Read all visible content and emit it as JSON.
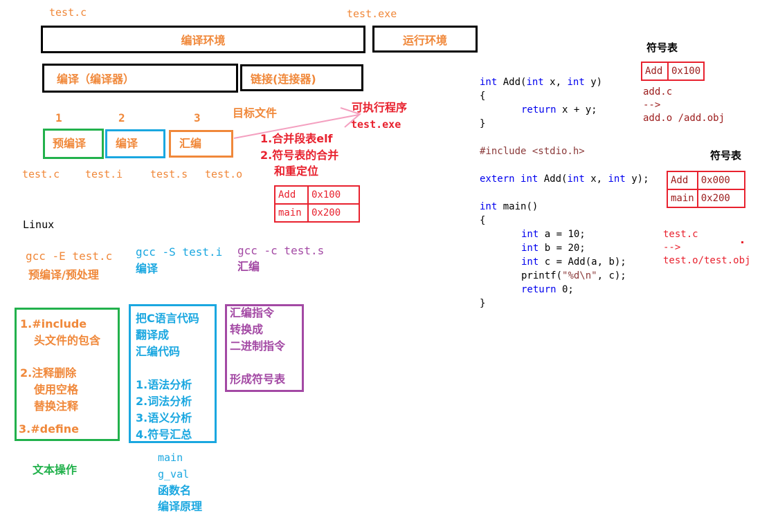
{
  "top": {
    "file_c": "test.c",
    "file_exe": "test.exe",
    "compile_env": "编译环境",
    "run_env": "运行环境",
    "compile": "编译（编译器）",
    "link": "链接(连接器)"
  },
  "stages": {
    "n1": "1",
    "n2": "2",
    "n3": "3",
    "pre": "预编译",
    "comp": "编译",
    "asm": "汇编",
    "target": "目标文件",
    "exec": "可执行程序",
    "exec_file": "test.exe",
    "files": [
      "test.c",
      "test.i",
      "test.s",
      "test.o"
    ]
  },
  "link_notes": {
    "l1": "1.合并段表elf",
    "l2": "2.符号表的合并",
    "l3": "和重定位"
  },
  "merged_table": [
    [
      "Add",
      "0x100"
    ],
    [
      "main",
      "0x200"
    ]
  ],
  "linux": {
    "title": "Linux",
    "cmd1": "gcc -E test.c",
    "cmd1_desc": "预编译/预处理",
    "cmd2": "gcc -S test.i",
    "cmd2_desc": "编译",
    "cmd3": "gcc -c test.s",
    "cmd3_desc": "汇编"
  },
  "pre_box": {
    "l1": "1.#include",
    "l2": "头文件的包含",
    "l3": "2.注释删除",
    "l4": "使用空格",
    "l5": "替换注释",
    "l6": "3.#define",
    "caption": "文本操作"
  },
  "comp_box": {
    "l1": "把C语言代码",
    "l2": "翻译成",
    "l3": "汇编代码",
    "l4": "1.语法分析",
    "l5": "2.词法分析",
    "l6": "3.语义分析",
    "l7": "4.符号汇总",
    "below": [
      "main",
      "g_val",
      "函数名",
      "编译原理"
    ]
  },
  "asm_box": {
    "l1": "汇编指令",
    "l2": "转换成",
    "l3": "二进制指令",
    "l4": "形成符号表"
  },
  "right": {
    "symtab1_title": "符号表",
    "symtab1": [
      [
        "Add",
        "0x100"
      ]
    ],
    "add_note": [
      "add.c",
      "-->",
      "add.o /add.obj"
    ],
    "symtab2_title": "符号表",
    "symtab2": [
      [
        "Add",
        "0x000"
      ],
      [
        "main",
        "0x200"
      ]
    ],
    "test_note": [
      "test.c",
      "-->",
      "test.o/test.obj"
    ]
  },
  "code_add": {
    "sig_kw1": "int",
    "sig_name": " Add(",
    "sig_kw2": "int",
    "sig_x": " x, ",
    "sig_kw3": "int",
    "sig_y": " y)",
    "open": "{",
    "ret_kw": "return",
    "ret_expr": " x + y;",
    "close": "}"
  },
  "code_main": {
    "include": "#include <stdio.h>",
    "extern_kw": "extern",
    "ext_sp": " ",
    "ext_int": "int",
    "ext_rest": " Add(",
    "ext_int2": "int",
    "ext_x": " x, ",
    "ext_int3": "int",
    "ext_y": " y);",
    "main_kw": "int",
    "main_rest": " main()",
    "open": "{",
    "a_kw": "int",
    "a_rest": " a = 10;",
    "b_kw": "int",
    "b_rest": " b = 20;",
    "c_kw": "int",
    "c_rest": " c = Add(a, b);",
    "printf_pre": "printf(",
    "printf_str": "\"%d\\n\"",
    "printf_post": ", c);",
    "ret_kw": "return",
    "ret_rest": " 0;",
    "close": "}"
  },
  "colors": {
    "orange": "#f0883a",
    "blue": "#1aa7e0",
    "green": "#22b14c",
    "purple": "#a349a4",
    "red": "#e8212e",
    "pink": "#f4a0c0"
  }
}
